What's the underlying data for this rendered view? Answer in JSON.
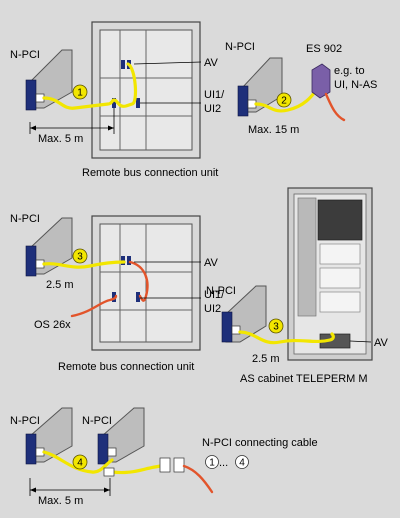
{
  "labels": {
    "npci_1": "N-PCI",
    "av_1": "AV",
    "ui_1a": "UI1/",
    "ui_1b": "UI2",
    "num_1": "1",
    "max_1": "Max. 5 m",
    "caption_1": "Remote bus connection unit",
    "npci_2": "N-PCI",
    "es902": "ES 902",
    "eg_a": "e.g. to",
    "eg_b": "UI, N-AS",
    "num_2": "2",
    "max_2": "Max. 15 m",
    "npci_3": "N-PCI",
    "num_3": "3",
    "len_3": "2.5 m",
    "av_3": "AV",
    "ui_3a": "UI1/",
    "ui_3b": "UI2",
    "os26x": "OS 26x",
    "caption_3": "Remote bus connection unit",
    "npci_4": "N-PCI",
    "num_4": "3",
    "len_4": "2.5 m",
    "av_4": "AV",
    "caption_4": "AS cabinet TELEPERM M",
    "npci_5a": "N-PCI",
    "npci_5b": "N-PCI",
    "num_5": "4",
    "max_5": "Max. 5 m",
    "cable_label": "N-PCI connecting cable",
    "range_a": "1",
    "range_dots": "...",
    "range_b": "4"
  },
  "colors": {
    "background": "#dadada",
    "cable_yellow": "#f2e600",
    "cable_orange": "#e2542b",
    "bracket_blue": "#1e2f7a",
    "cabinet_gray": "#d9d9d9"
  }
}
